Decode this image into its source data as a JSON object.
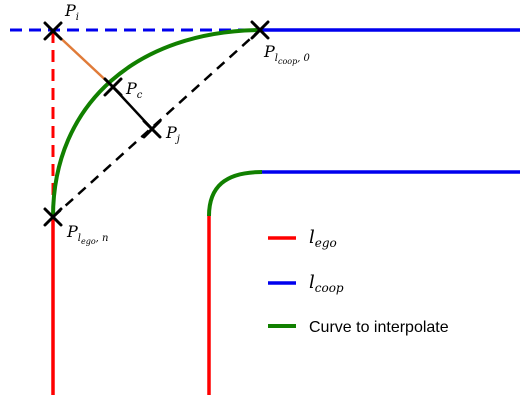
{
  "colors": {
    "ego": "#ff0000",
    "coop": "#0000ee",
    "curve": "#118000",
    "orange": "#e07b39",
    "black": "#000000"
  },
  "points": {
    "pi": {
      "base": "P",
      "sub": "i"
    },
    "pc": {
      "base": "P",
      "sub": "c"
    },
    "pj": {
      "base": "P",
      "sub": "j"
    },
    "p_coop0": {
      "base": "P",
      "sub_main": "l",
      "sub_small": "coop",
      "sub_tail": ", 0"
    },
    "p_egon": {
      "base": "P",
      "sub_main": "l",
      "sub_small": "ego",
      "sub_tail": ", n"
    }
  },
  "legend": {
    "items": [
      {
        "label_main": "l",
        "label_sub": "ego",
        "color_key": "ego"
      },
      {
        "label_main": "l",
        "label_sub": "coop",
        "color_key": "coop"
      },
      {
        "label": "Curve to interpolate",
        "color_key": "curve"
      }
    ]
  }
}
